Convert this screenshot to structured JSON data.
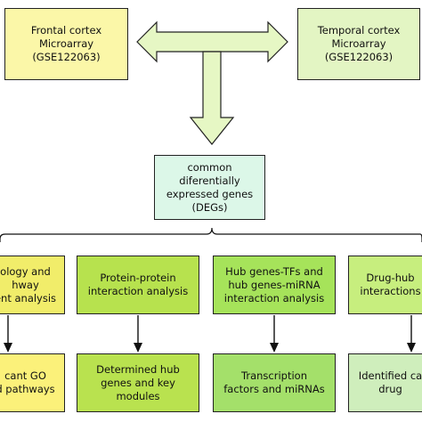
{
  "top_left": {
    "lines": [
      "Frontal cortex",
      "Microarray",
      "(GSE122063)"
    ]
  },
  "top_right": {
    "lines": [
      "Temporal cortex",
      "Microarray",
      "(GSE122063)"
    ]
  },
  "center": {
    "lines": [
      "common",
      "diferentially",
      "expressed genes",
      "(DEGs)"
    ]
  },
  "modules": [
    {
      "lines": [
        "ology and",
        "hway",
        "ent analysis"
      ]
    },
    {
      "lines": [
        "Protein-protein",
        "interaction analysis"
      ]
    },
    {
      "lines": [
        "Hub genes-TFs and",
        "hub genes-miRNA",
        "interaction analysis"
      ]
    },
    {
      "lines": [
        "Drug-hub",
        "interactions"
      ]
    }
  ],
  "results": [
    {
      "lines": [
        "cant GO",
        "d pathways"
      ]
    },
    {
      "lines": [
        "Determined hub",
        "genes and key",
        "modules"
      ]
    },
    {
      "lines": [
        "Transcription",
        "factors and miRNAs"
      ]
    },
    {
      "lines": [
        "Identified ca",
        "drug"
      ]
    }
  ],
  "colors": {
    "arrow_fill": "#e6f7c4",
    "line": "#111111"
  }
}
